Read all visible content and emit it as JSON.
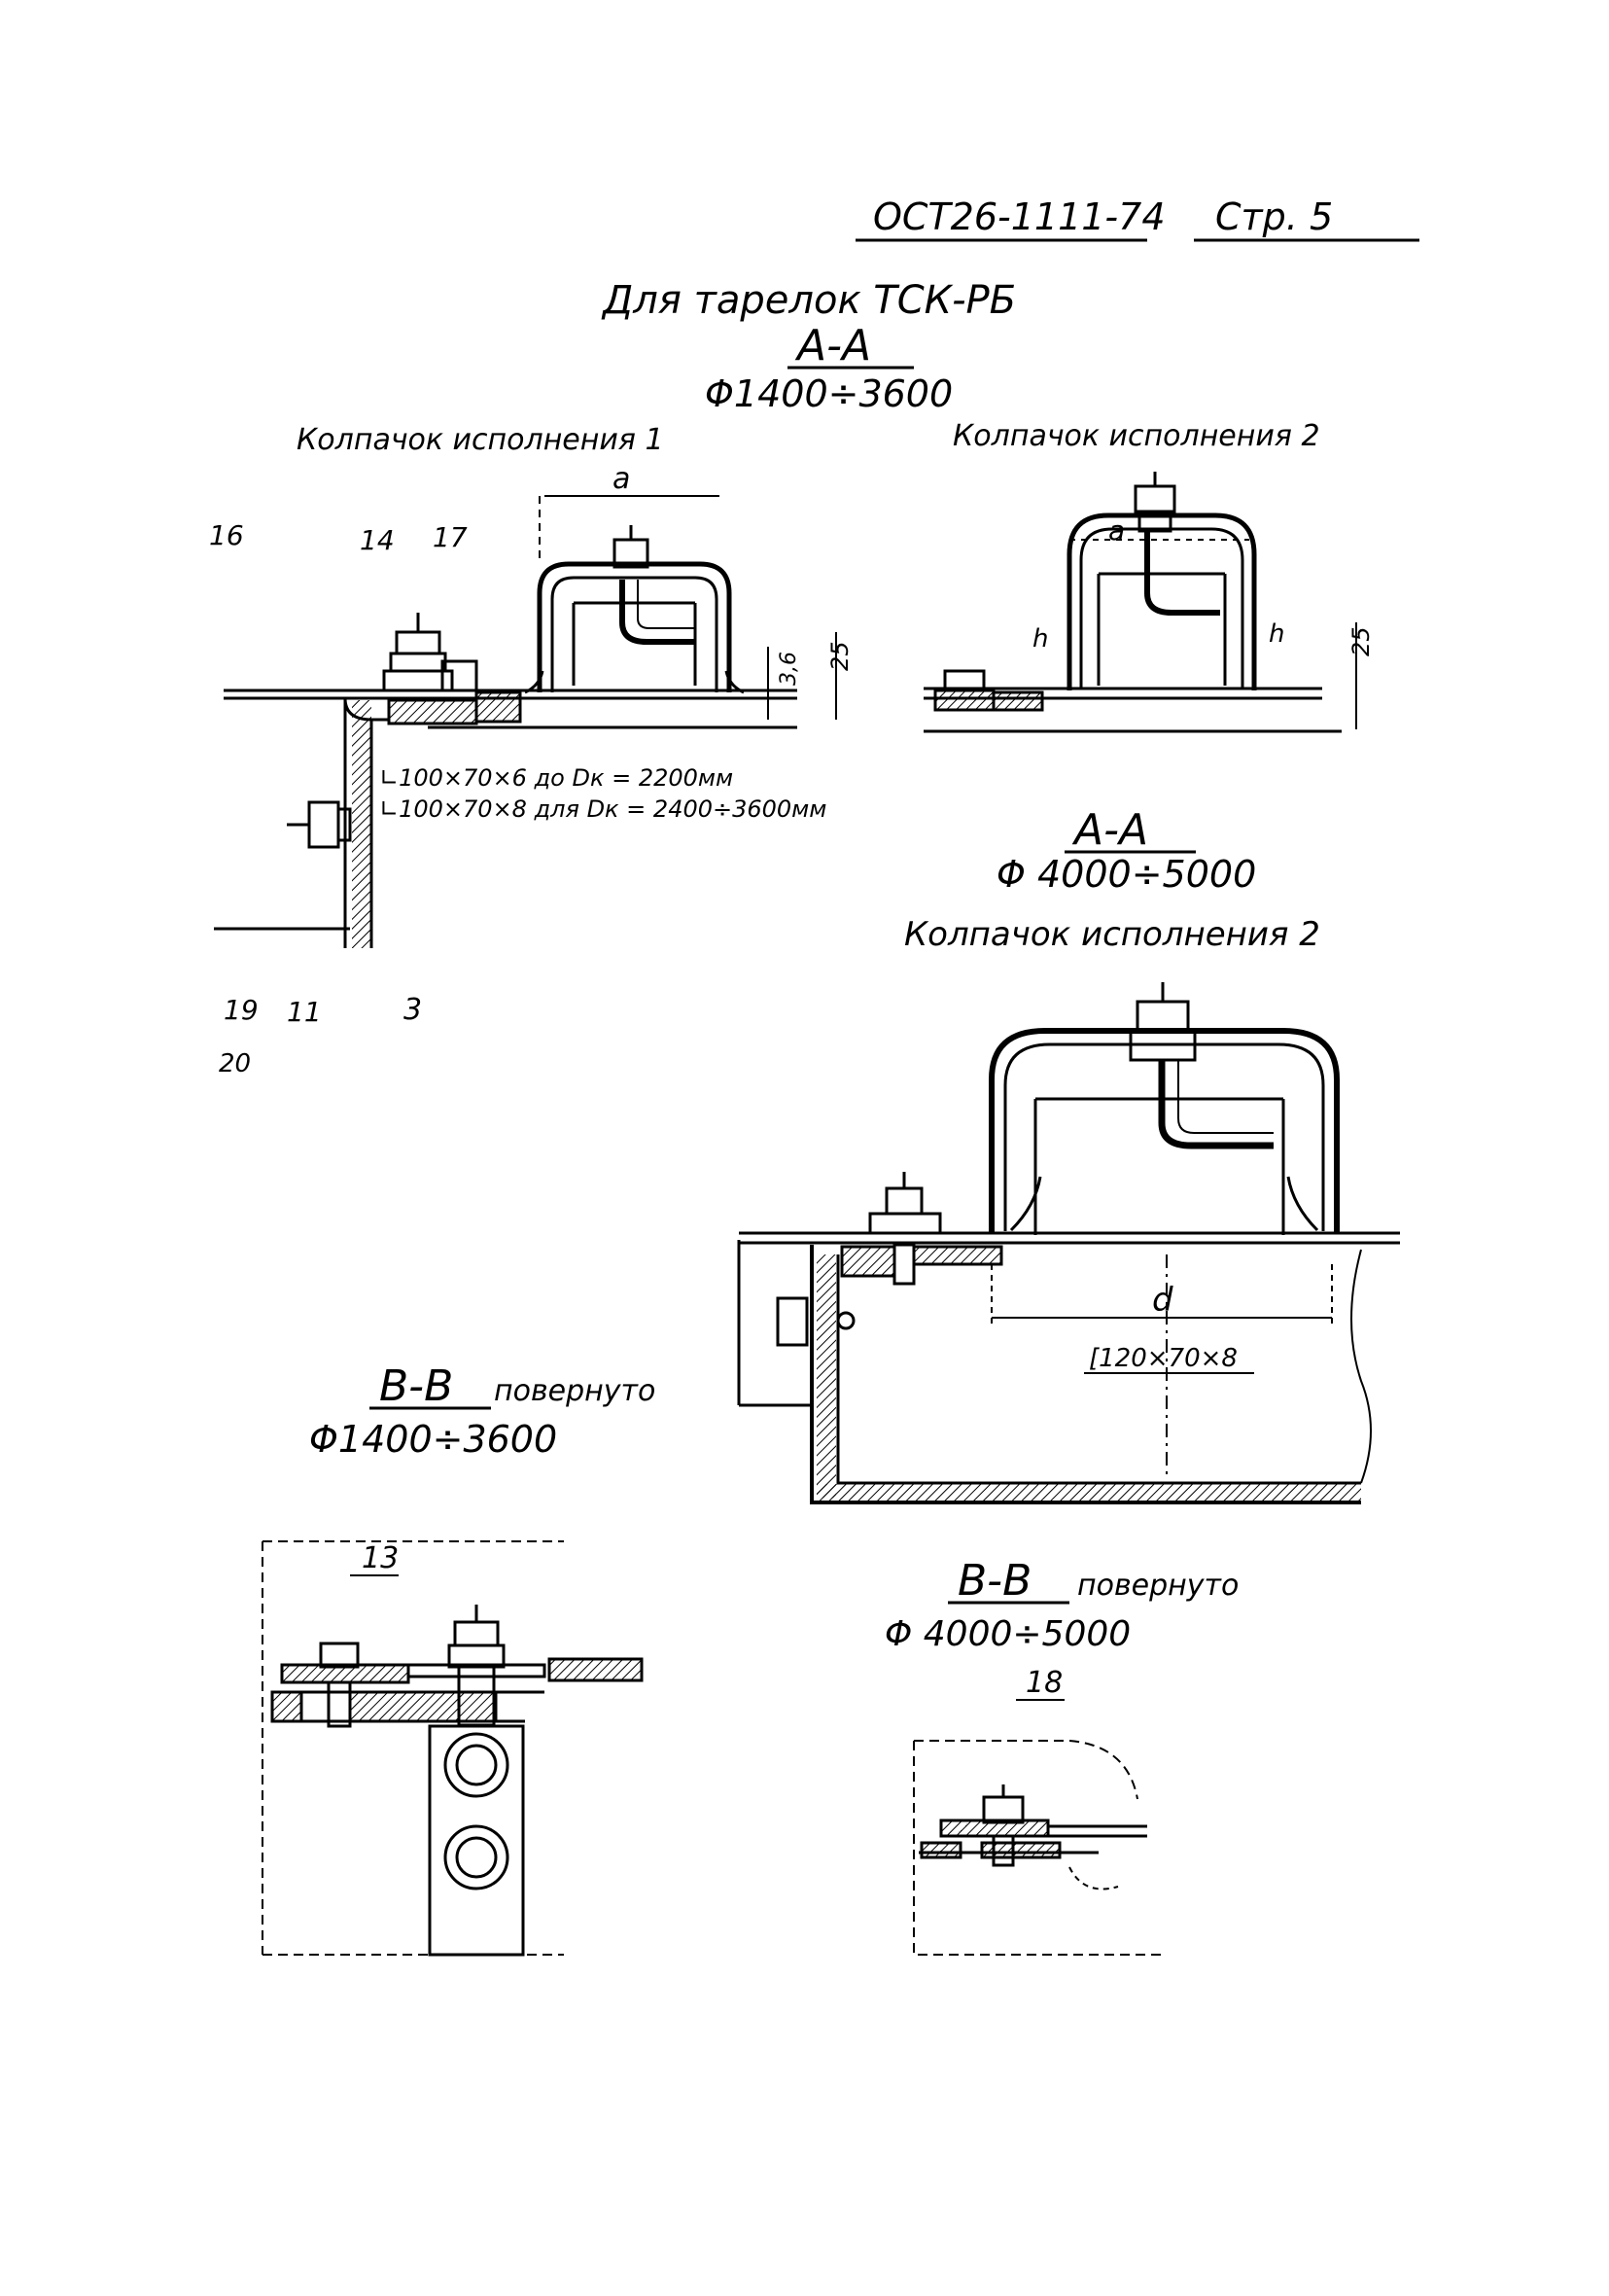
{
  "header": {
    "standard_code": "ОСТ26-1111-74",
    "page_label": "Стр. 5"
  },
  "title": "Для тарелок ТСК-РБ",
  "section_aa_1": {
    "label": "А-А",
    "range": "Φ1400÷3600",
    "variant1_caption": "Колпачок исполнения 1",
    "variant2_caption": "Колпачок исполнения 2",
    "dim_a": "a",
    "dim_h": "h",
    "dim_36": "3,6",
    "dim_25_left": "25",
    "dim_25_right": "25",
    "angle_note_1": "∟100×70×6 до Dк = 2200мм",
    "angle_note_2": "∟100×70×8 для Dк = 2400÷3600мм",
    "callouts": {
      "c16": "16",
      "c14": "14",
      "c17": "17",
      "c19": "19",
      "c11": "11",
      "c3": "3",
      "c20": "20"
    }
  },
  "section_aa_2": {
    "label": "А-А",
    "range": "Φ 4000÷5000",
    "caption": "Колпачок исполнения 2",
    "dim_d": "d",
    "channel_note": "[120×70×8"
  },
  "section_bb_1": {
    "label": "В-В",
    "suffix": "повернуто",
    "range": "Φ1400÷3600",
    "callout": "13"
  },
  "section_bb_2": {
    "label": "В-В",
    "suffix": "повернуто",
    "range": "Φ 4000÷5000",
    "callout": "18"
  }
}
